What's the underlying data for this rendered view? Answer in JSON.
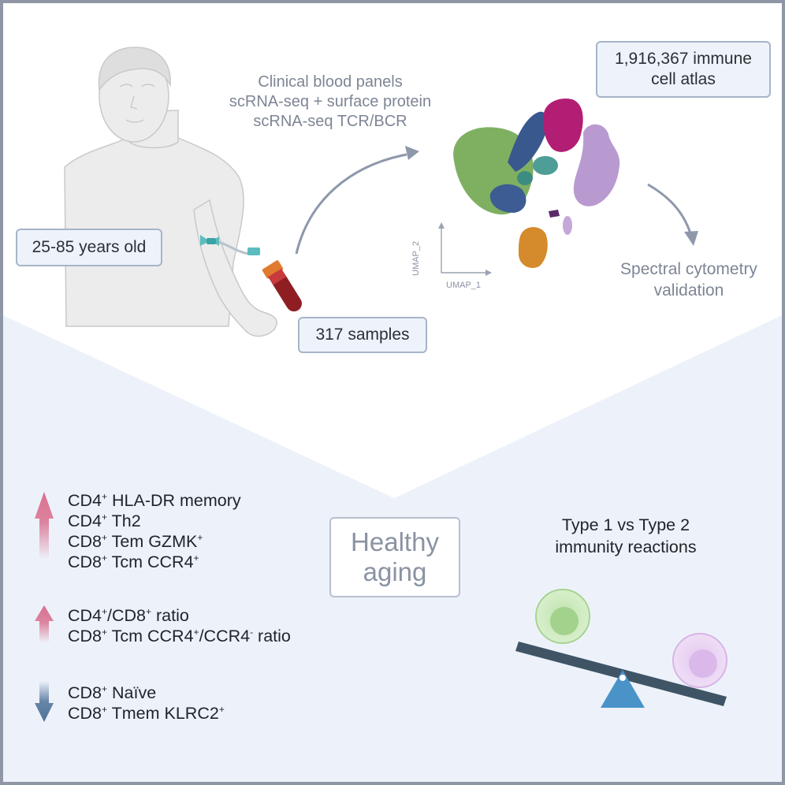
{
  "colors": {
    "top_bg": "#ffffff",
    "bottom_bg": "#edf2fa",
    "box_fill": "#eef3fb",
    "box_border": "#a7b4c9",
    "arrow_up": "#d9708f",
    "arrow_down": "#4f7399",
    "muted_text": "#7d8595"
  },
  "top": {
    "age_label": "25-85 years old",
    "samples_label": "317 samples",
    "methods": [
      "Clinical blood panels",
      "scRNA-seq + surface protein",
      "scRNA-seq TCR/BCR"
    ],
    "atlas_label_line1": "1,916,367 immune",
    "atlas_label_line2": "cell atlas",
    "validation_line1": "Spectral cytometry",
    "validation_line2": "validation",
    "umap_x": "UMAP_1",
    "umap_y": "UMAP_2"
  },
  "bottom": {
    "center_line1": "Healthy",
    "center_line2": "aging",
    "immunity_line1": "Type 1 vs Type 2",
    "immunity_line2": "immunity reactions",
    "group1": [
      {
        "pre": "CD4",
        "sup1": "+",
        "mid": " HLA-DR memory",
        "sup2": "",
        "post": ""
      },
      {
        "pre": "CD4",
        "sup1": "+",
        "mid": " Th2",
        "sup2": "",
        "post": ""
      },
      {
        "pre": "CD8",
        "sup1": "+",
        "mid": " Tem GZMK",
        "sup2": "+",
        "post": ""
      },
      {
        "pre": "CD8",
        "sup1": "+",
        "mid": " Tcm CCR4",
        "sup2": "+",
        "post": ""
      }
    ],
    "group2": [
      {
        "pre": "CD4",
        "sup1": "+",
        "mid": "/CD8",
        "sup2": "+",
        "post": " ratio"
      },
      {
        "pre": "CD8",
        "sup1": "+",
        "mid": " Tcm CCR4",
        "sup2": "+",
        "post": "/CCR4",
        "sup3": "-",
        "post2": " ratio"
      }
    ],
    "group3": [
      {
        "pre": "CD8",
        "sup1": "+",
        "mid": " Naïve",
        "sup2": "",
        "post": ""
      },
      {
        "pre": "CD8",
        "sup1": "+",
        "mid": " Tmem KLRC2",
        "sup2": "+",
        "post": ""
      }
    ]
  }
}
